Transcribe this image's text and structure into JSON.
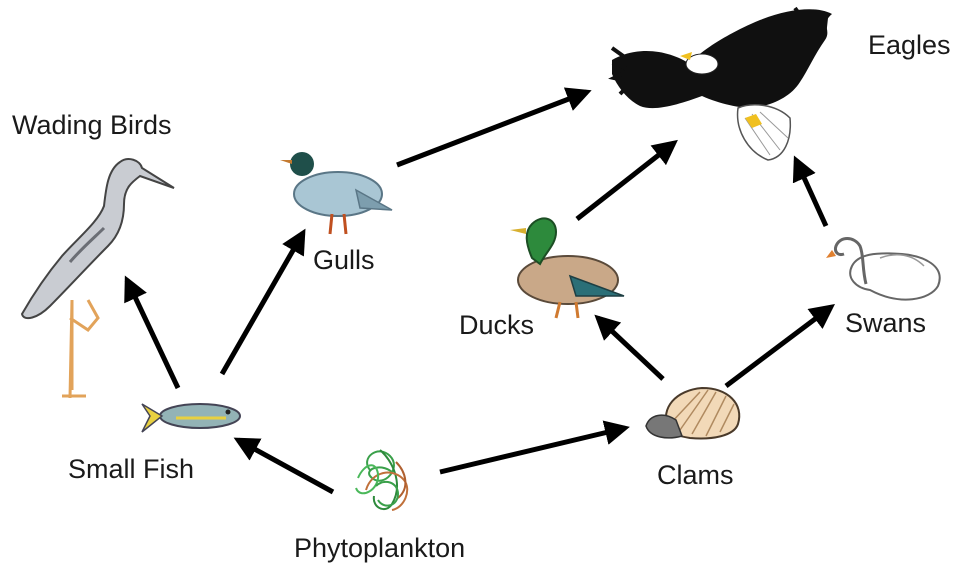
{
  "diagram": {
    "nodes": {
      "eagles": {
        "label": "Eagles",
        "icon": "eagle-icon"
      },
      "wading_birds": {
        "label": "Wading Birds",
        "icon": "heron-icon"
      },
      "gulls": {
        "label": "Gulls",
        "icon": "gull-icon"
      },
      "ducks": {
        "label": "Ducks",
        "icon": "duck-icon"
      },
      "swans": {
        "label": "Swans",
        "icon": "swan-icon"
      },
      "small_fish": {
        "label": "Small Fish",
        "icon": "fish-icon"
      },
      "clams": {
        "label": "Clams",
        "icon": "clam-icon"
      },
      "phytoplankton": {
        "label": "Phytoplankton",
        "icon": "phytoplankton-icon"
      }
    },
    "edges": [
      {
        "from": "phytoplankton",
        "to": "small_fish"
      },
      {
        "from": "phytoplankton",
        "to": "clams"
      },
      {
        "from": "small_fish",
        "to": "wading_birds"
      },
      {
        "from": "small_fish",
        "to": "gulls"
      },
      {
        "from": "gulls",
        "to": "eagles"
      },
      {
        "from": "clams",
        "to": "ducks"
      },
      {
        "from": "clams",
        "to": "swans"
      },
      {
        "from": "ducks",
        "to": "eagles"
      },
      {
        "from": "swans",
        "to": "eagles"
      }
    ],
    "colors": {
      "arrow": "#000000",
      "text": "#1a1a1a"
    }
  }
}
